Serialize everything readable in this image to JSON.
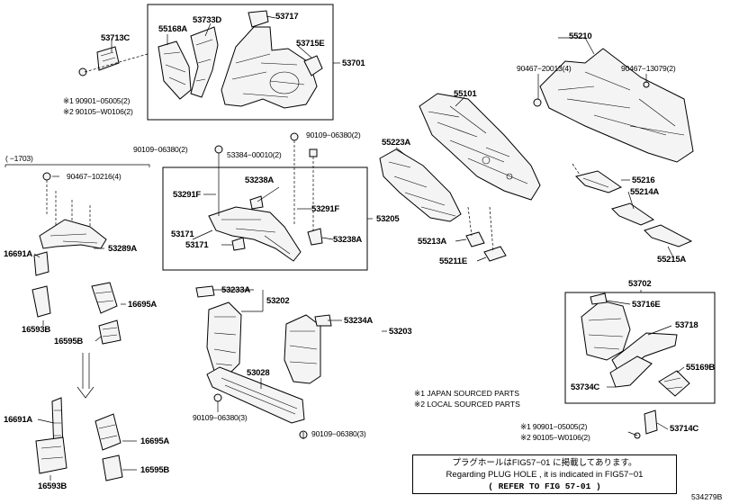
{
  "figure_id": "534279B",
  "notes": {
    "japan": "※1  JAPAN SOURCED PARTS",
    "local": "※2  LOCAL SOURCED PARTS",
    "plug_hole_jp": "プラグホールはFIG57−01 に掲載してあります。",
    "plug_hole_en": "Regarding PLUG HOLE , it is indicated in FIG57−01",
    "refer": "(     REFER TO FIG 57-01   )"
  },
  "date_range": "(     −1703)",
  "labels": {
    "p53713C": "53713C",
    "p55168A": "55168A",
    "p53733D": "53733D",
    "p53717": "53717",
    "p53715E": "53715E",
    "p53701": "53701",
    "p1_90901": "※1 90901−05005(2)",
    "p2_90105": "※2 90105−W0106(2)",
    "p55210": "55210",
    "p90467_20013": "90467−20013(4)",
    "p90467_13079": "90467−13079(2)",
    "p55101": "55101",
    "p55223A": "55223A",
    "p55216": "55216",
    "p55214A": "55214A",
    "p55213A": "55213A",
    "p55211E": "55211E",
    "p55215A": "55215A",
    "p90109_06380_a": "90109−06380(2)",
    "p53384": "53384−00010(2)",
    "p90109_06380_b": "90109−06380(2)",
    "p53238A_1": "53238A",
    "p53291F_1": "53291F",
    "p53291F_2": "53291F",
    "p53205": "53205",
    "p53171_1": "53171",
    "p53171_2": "53171",
    "p53238A_2": "53238A",
    "p90467_10216": "90467−10216(4)",
    "p53289A": "53289A",
    "p16691A_1": "16691A",
    "p16695A_1": "16695A",
    "p16593B_1": "16593B",
    "p16595B_1": "16595B",
    "p53233A": "53233A",
    "p53202": "53202",
    "p53234A": "53234A",
    "p53203": "53203",
    "p53028": "53028",
    "p90109_06380_3a": "90109−06380(3)",
    "p90109_06380_3b": "90109−06380(3)",
    "p16691A_2": "16691A",
    "p16695A_2": "16695A",
    "p16593B_2": "16593B",
    "p16595B_2": "16595B",
    "p53702": "53702",
    "p53716E": "53716E",
    "p53718": "53718",
    "p53734C": "53734C",
    "p55169B": "55169B",
    "p53714C": "53714C",
    "p1_90901_b": "※1 90901−05005(2)",
    "p2_90105_b": "※2 90105−W0106(2)"
  }
}
